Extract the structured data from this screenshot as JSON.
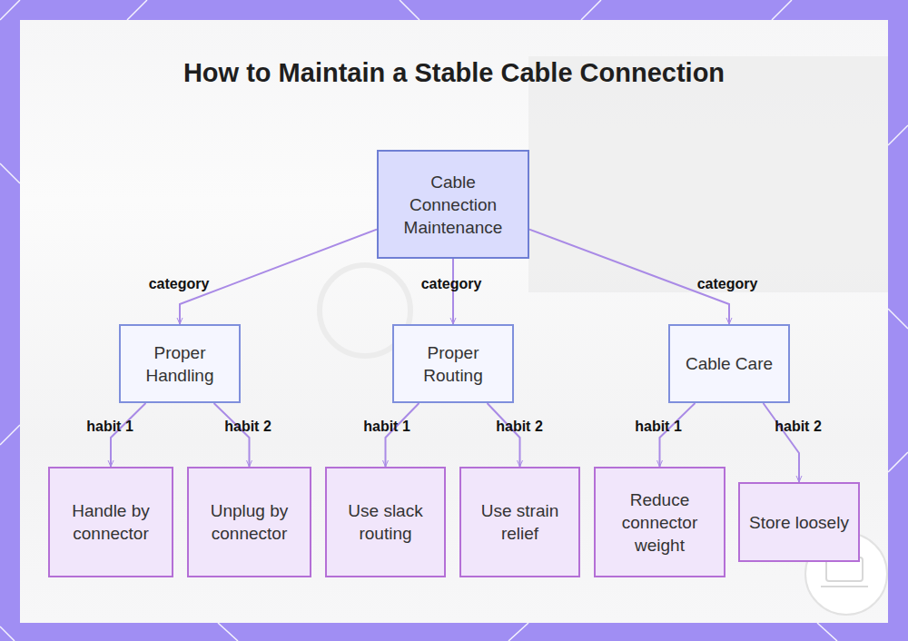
{
  "diagram": {
    "title": "How to Maintain a Stable Cable Connection",
    "nodes": [
      {
        "text": [
          "Cable Connection Maintenance"
        ]
      },
      {
        "text": [
          "Proper Handling"
        ]
      },
      {
        "text": [
          "Proper Routing"
        ]
      },
      {
        "text": [
          "Cable Care"
        ]
      },
      {
        "text": [
          "Handle by connector"
        ]
      },
      {
        "text": [
          "Unplug by connector"
        ]
      },
      {
        "text": [
          "Use slack routing"
        ]
      },
      {
        "text": [
          "Use strain relief"
        ]
      },
      {
        "text": [
          "Reduce connector weight"
        ]
      },
      {
        "text": [
          "Store loosely"
        ]
      }
    ],
    "edges": [
      {
        "from": 0,
        "to": 1,
        "label": "category",
        "arrow": "to"
      },
      {
        "from": 0,
        "to": 2,
        "label": "category",
        "arrow": "to"
      },
      {
        "from": 0,
        "to": 3,
        "label": "category",
        "arrow": "to"
      },
      {
        "from": 1,
        "to": 4,
        "label": "habit 1",
        "arrow": "to"
      },
      {
        "from": 1,
        "to": 5,
        "label": "habit 2",
        "arrow": "to"
      },
      {
        "from": 2,
        "to": 6,
        "label": "habit 1",
        "arrow": "to"
      },
      {
        "from": 2,
        "to": 7,
        "label": "habit 2",
        "arrow": "to"
      },
      {
        "from": 3,
        "to": 8,
        "label": "habit 1",
        "arrow": "to"
      },
      {
        "from": 3,
        "to": 9,
        "label": "habit 2",
        "arrow": "to"
      }
    ]
  }
}
